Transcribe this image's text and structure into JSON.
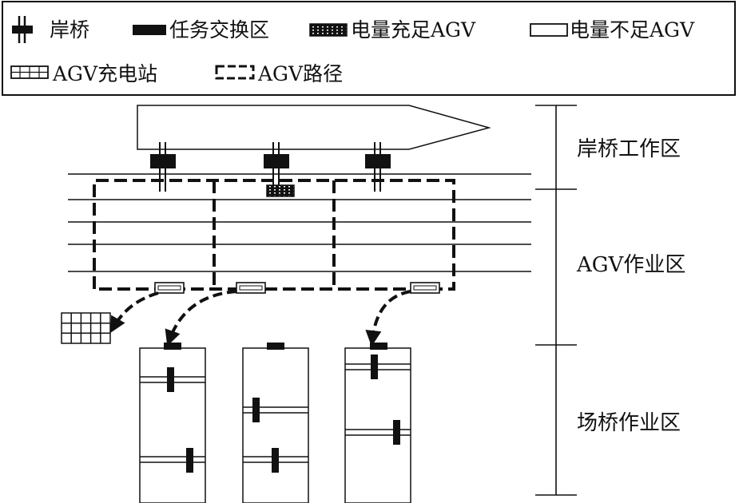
{
  "legend": {
    "items": [
      {
        "icon": "quay-crane-icon",
        "label": "岸桥"
      },
      {
        "icon": "task-exchange-zone-icon",
        "label": "任务交换区"
      },
      {
        "icon": "agv-charged-icon",
        "label": "电量充足AGV"
      },
      {
        "icon": "agv-low-battery-icon",
        "label": "电量不足AGV"
      },
      {
        "icon": "agv-charging-station-icon",
        "label": "AGV充电站"
      },
      {
        "icon": "agv-path-icon",
        "label": "AGV路径"
      }
    ]
  },
  "zones": {
    "quay": "岸桥工作区",
    "agv": "AGV作业区",
    "yard": "场桥作业区"
  },
  "colors": {
    "ink": "#111111",
    "background": "#ffffff"
  }
}
